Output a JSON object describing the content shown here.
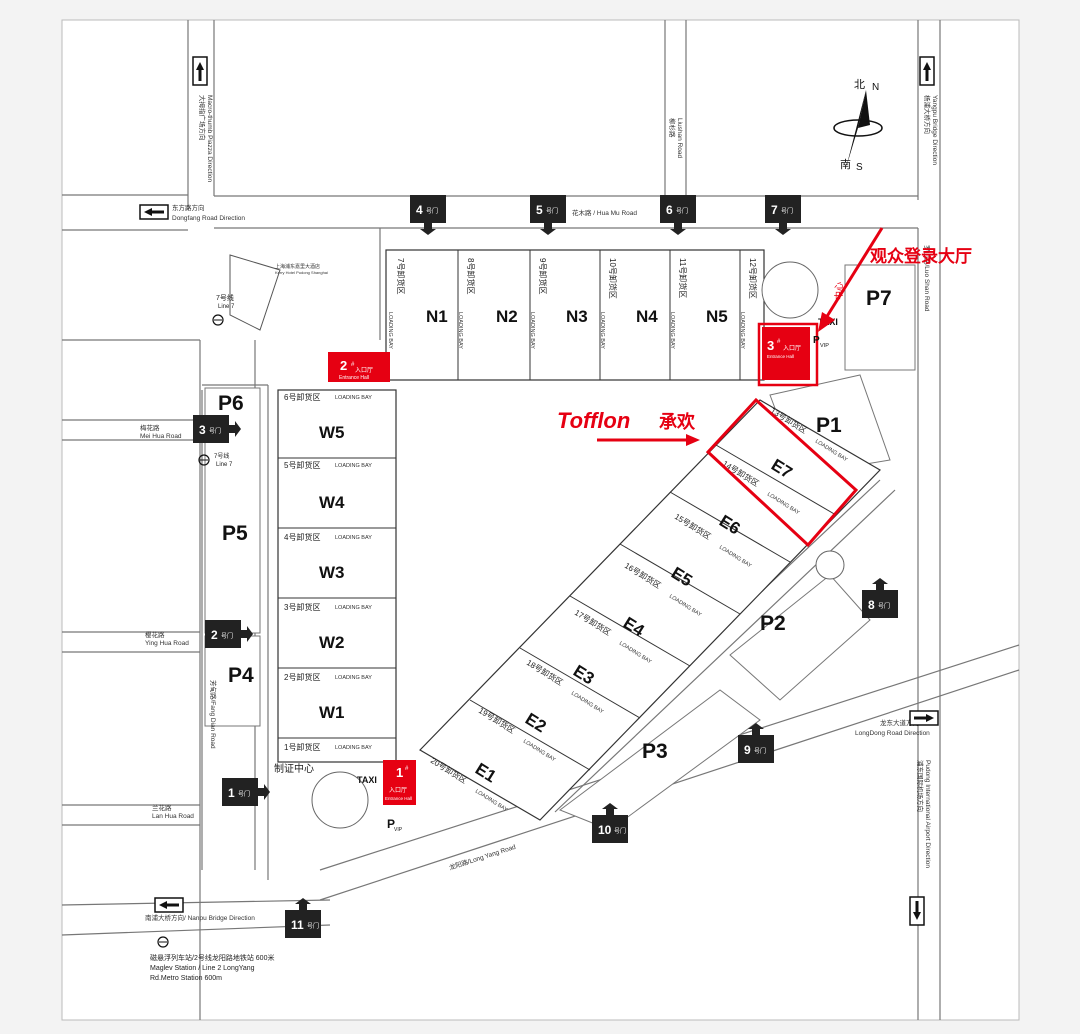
{
  "colors": {
    "accent": "#e60012",
    "gate": "#222222",
    "hall": "#ffffff",
    "road": "#777777"
  },
  "compass": {
    "north_cn": "北",
    "north": "N",
    "south_cn": "南",
    "south": "S"
  },
  "roads": {
    "macro_plaza_cn": "大拇指广场方向",
    "macro_plaza_en": "Macro-thumb Piazza Direction",
    "dongfang_cn": "东方路方向",
    "dongfang_en": "Dongfang Road Direction",
    "huamu": "花木路 / Hua Mu Road",
    "liushan_cn": "柳杉路",
    "liushan_en": "Liushan Road",
    "yangpu_cn": "杨浦大桥方向",
    "yangpu_en": "Yangpu Bridge Direction",
    "luoshan": "罗山路/Luo Shan Road",
    "meihua_cn": "梅花路",
    "meihua_en": "Mei Hua Road",
    "yinghua_cn": "樱花路",
    "yinghua_en": "Ying Hua Road",
    "fangdian": "芳甸路/Fang Dian Road",
    "lanhua_cn": "兰花路",
    "lanhua_en": "Lan Hua Road",
    "longdong_cn": "龙东大道方向",
    "longdong_en": "LongDong Road Direction",
    "airport_cn": "浦东国际机场方向",
    "airport_en": "Pudong International Airport Direction",
    "longyang": "龙阳路/Long Yang Road",
    "nanpu": "南浦大桥方向/ Nanpu Bridge Direction"
  },
  "metro": {
    "line7_cn": "7号线",
    "line7_en": "Line 7",
    "maglev_cn": "磁悬浮列车站/2号线龙阳路地铁站 600米",
    "maglev_en1": "Maglev Station / Line 2 LongYang",
    "maglev_en2": "Rd.Metro Station 600m"
  },
  "hotel": {
    "cn": "上海浦东嘉里大酒店",
    "en": "Kerry Hotel Pudong Shanghai"
  },
  "gates": [
    {
      "num": "1",
      "sub": "号门"
    },
    {
      "num": "2",
      "sub": "号门"
    },
    {
      "num": "3",
      "sub": "号门"
    },
    {
      "num": "4",
      "sub": "号门"
    },
    {
      "num": "5",
      "sub": "号门"
    },
    {
      "num": "6",
      "sub": "号门"
    },
    {
      "num": "7",
      "sub": "号门"
    },
    {
      "num": "8",
      "sub": "号门"
    },
    {
      "num": "9",
      "sub": "号门"
    },
    {
      "num": "10",
      "sub": "号门"
    },
    {
      "num": "11",
      "sub": "号门"
    }
  ],
  "halls_north": [
    "N1",
    "N2",
    "N3",
    "N4",
    "N5"
  ],
  "halls_west": [
    "W5",
    "W4",
    "W3",
    "W2",
    "W1"
  ],
  "halls_east": [
    "E7",
    "E6",
    "E5",
    "E4",
    "E3",
    "E2",
    "E1"
  ],
  "north_bays": [
    "7号卸货区",
    "8号卸货区",
    "9号卸货区",
    "10号卸货区",
    "11号卸货区",
    "12号卸货区"
  ],
  "west_bays": [
    "6号卸货区",
    "5号卸货区",
    "4号卸货区",
    "3号卸货区",
    "2号卸货区",
    "1号卸货区"
  ],
  "east_bays": [
    "13号卸货区",
    "14号卸货区",
    "15号卸货区",
    "16号卸货区",
    "17号卸货区",
    "18号卸货区",
    "19号卸货区",
    "20号卸货区"
  ],
  "loading_bay": "LOADING BAY",
  "parking": [
    "P1",
    "P2",
    "P3",
    "P4",
    "P5",
    "P6",
    "P7"
  ],
  "entrances": [
    {
      "num": "1",
      "cn": "入口厅",
      "en": "Entrance Hall"
    },
    {
      "num": "2",
      "cn": "入口厅",
      "en": "Entrance Hall"
    },
    {
      "num": "3",
      "cn": "入口厅",
      "en": "Entrance Hall"
    }
  ],
  "entrance_hash": "#",
  "taxi": "TAXI",
  "vip": "VIP",
  "pvip": "P",
  "cert_center": "制证中心",
  "cert_center_short": "中心",
  "callouts": {
    "visitor_hall": "观众登录大厅",
    "brand": "Tofflon",
    "brand_cn": "承欢"
  }
}
